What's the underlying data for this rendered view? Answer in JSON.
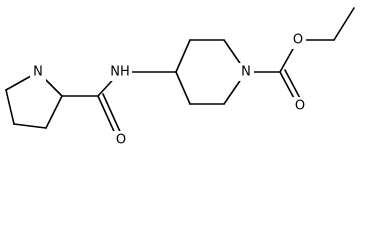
{
  "molecule": {
    "atoms": {
      "pyrrolidine_nh": "N",
      "amide_nh": "NH",
      "amide_oxygen": "O",
      "piperidine_n": "N",
      "carbamate_carbonyl_oxygen": "O",
      "ester_oxygen": "O"
    },
    "colors": {
      "bond": "#000000",
      "label": "#000000",
      "background": "#ffffff"
    }
  }
}
